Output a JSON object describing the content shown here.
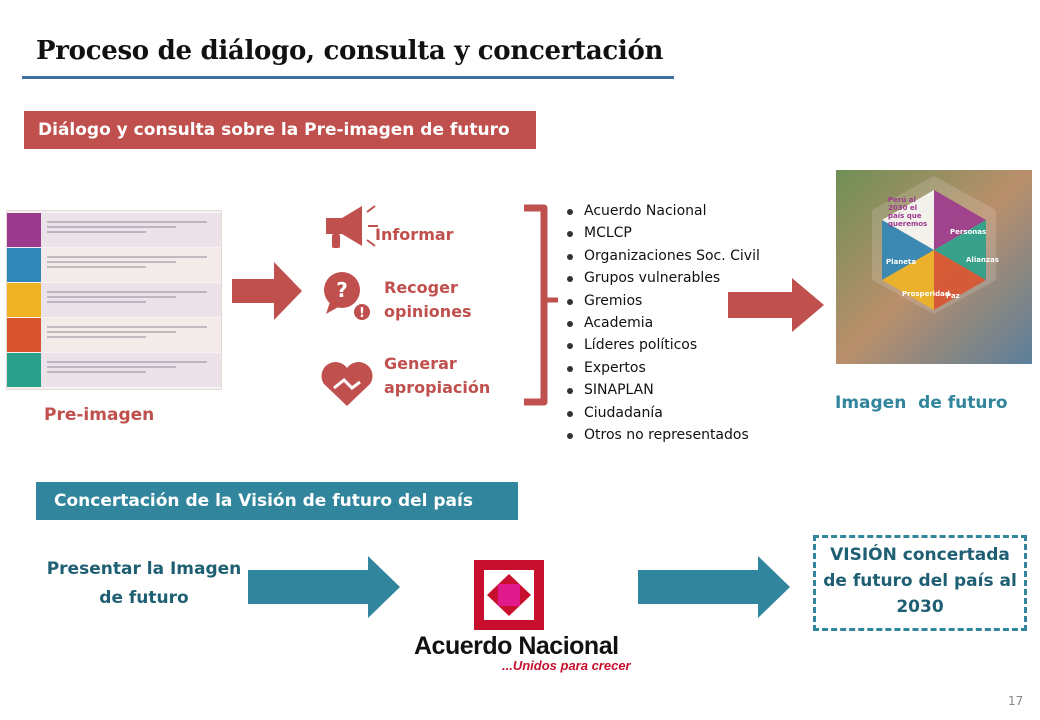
{
  "title": "Proceso de diálogo, consulta y concertación",
  "section1": {
    "banner": "Diálogo y consulta sobre la Pre-imagen de futuro",
    "preimagen_label": "Pre-imagen",
    "pre_rows": [
      {
        "color": "#9c3a8e",
        "text": "Al 2030 todas las personas pueden realizar su potencial."
      },
      {
        "color": "#2f86b8",
        "text": "Se han desarrollado esfuerzos concertados para la conservación y gestión sostenible de los recursos naturales."
      },
      {
        "color": "#f0b323",
        "text": "Todas las personas gozan de una vida próspera y plena, con empleo digno y en armonía con la naturaleza."
      },
      {
        "color": "#d9532f",
        "text": "La sociedad peruana es pacífica, justa e inclusiva, libre del temor y de la violencia."
      },
      {
        "color": "#2aa18a",
        "text": "Se han fortalecido las alianzas para alcanzar el desarrollo sostenible."
      }
    ],
    "actions": [
      {
        "label": "Informar",
        "icon": "megaphone-icon"
      },
      {
        "label": "Recoger opiniones",
        "icon": "question-bubble-icon"
      },
      {
        "label": "Generar apropiación",
        "icon": "heart-hands-icon"
      }
    ],
    "participants": [
      "Acuerdo Nacional",
      "MCLCP",
      "Organizaciones Soc. Civil",
      "Grupos vulnerables",
      "Gremios",
      "Academia",
      "Líderes políticos",
      "Expertos",
      "SINAPLAN",
      "Ciudadanía",
      "Otros no representados"
    ],
    "imagen_label": "Imagen  de futuro",
    "poster": {
      "heading": "Perú al 2030 el país que queremos",
      "sections": [
        "Personas",
        "Planeta",
        "Prosperidad",
        "Paz",
        "Alianzas"
      ]
    }
  },
  "section2": {
    "banner": "Concertación de la Visión de futuro del país",
    "presentar": "Presentar la Imagen de futuro",
    "logo_name": "Acuerdo Nacional",
    "logo_tagline": "...Unidos para crecer",
    "vision": "VISIÓN concertada de futuro del país al 2030"
  },
  "page_number": "17",
  "colors": {
    "red": "#c0504d",
    "teal": "#31859c",
    "title_rule": "#3f6fa3"
  }
}
